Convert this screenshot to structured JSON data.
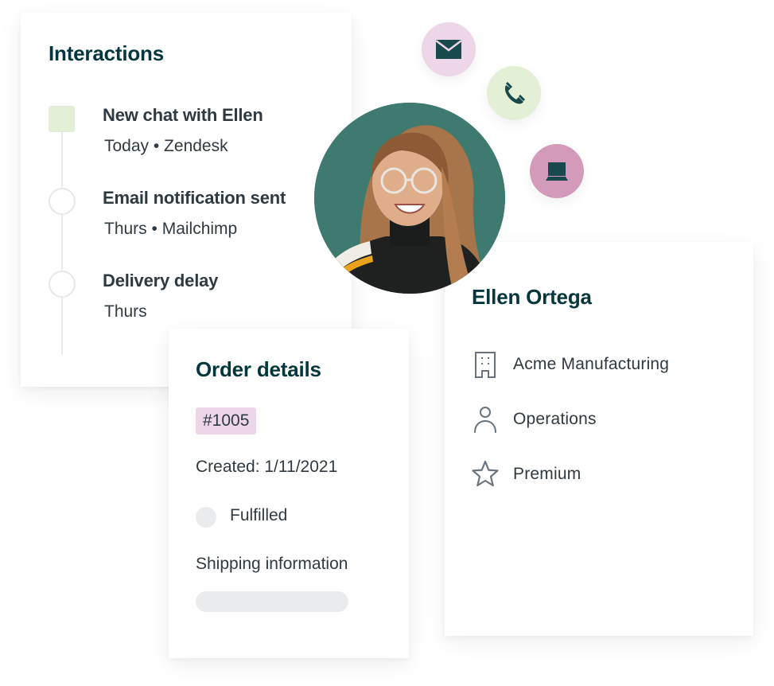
{
  "interactions": {
    "title": "Interactions",
    "items": [
      {
        "title": "New chat with Ellen",
        "subtitle": "Today • Zendesk",
        "marker": "square",
        "marker_color": "#e3f0d5"
      },
      {
        "title": "Email notification sent",
        "subtitle": "Thurs • Mailchimp",
        "marker": "circle"
      },
      {
        "title": "Delivery delay",
        "subtitle": "Thurs",
        "marker": "circle"
      }
    ]
  },
  "order": {
    "title": "Order details",
    "order_number": "#1005",
    "order_number_bg": "#ecd6e8",
    "created": "Created: 1/11/2021",
    "status": "Fulfilled",
    "shipping_label": "Shipping information"
  },
  "profile": {
    "name": "Ellen Ortega",
    "attributes": [
      {
        "icon": "building-icon",
        "label": "Acme Manufacturing"
      },
      {
        "icon": "user-icon",
        "label": "Operations"
      },
      {
        "icon": "star-icon",
        "label": "Premium"
      }
    ]
  },
  "channels": [
    {
      "icon": "email-icon",
      "bg": "#ecd6e8"
    },
    {
      "icon": "phone-icon",
      "bg": "#e3f0d5"
    },
    {
      "icon": "laptop-icon",
      "bg": "#d39bb9"
    }
  ],
  "colors": {
    "heading": "#03363d",
    "text": "#2f3941",
    "icon_dark": "#17494d",
    "icon_gray": "#68737d"
  }
}
